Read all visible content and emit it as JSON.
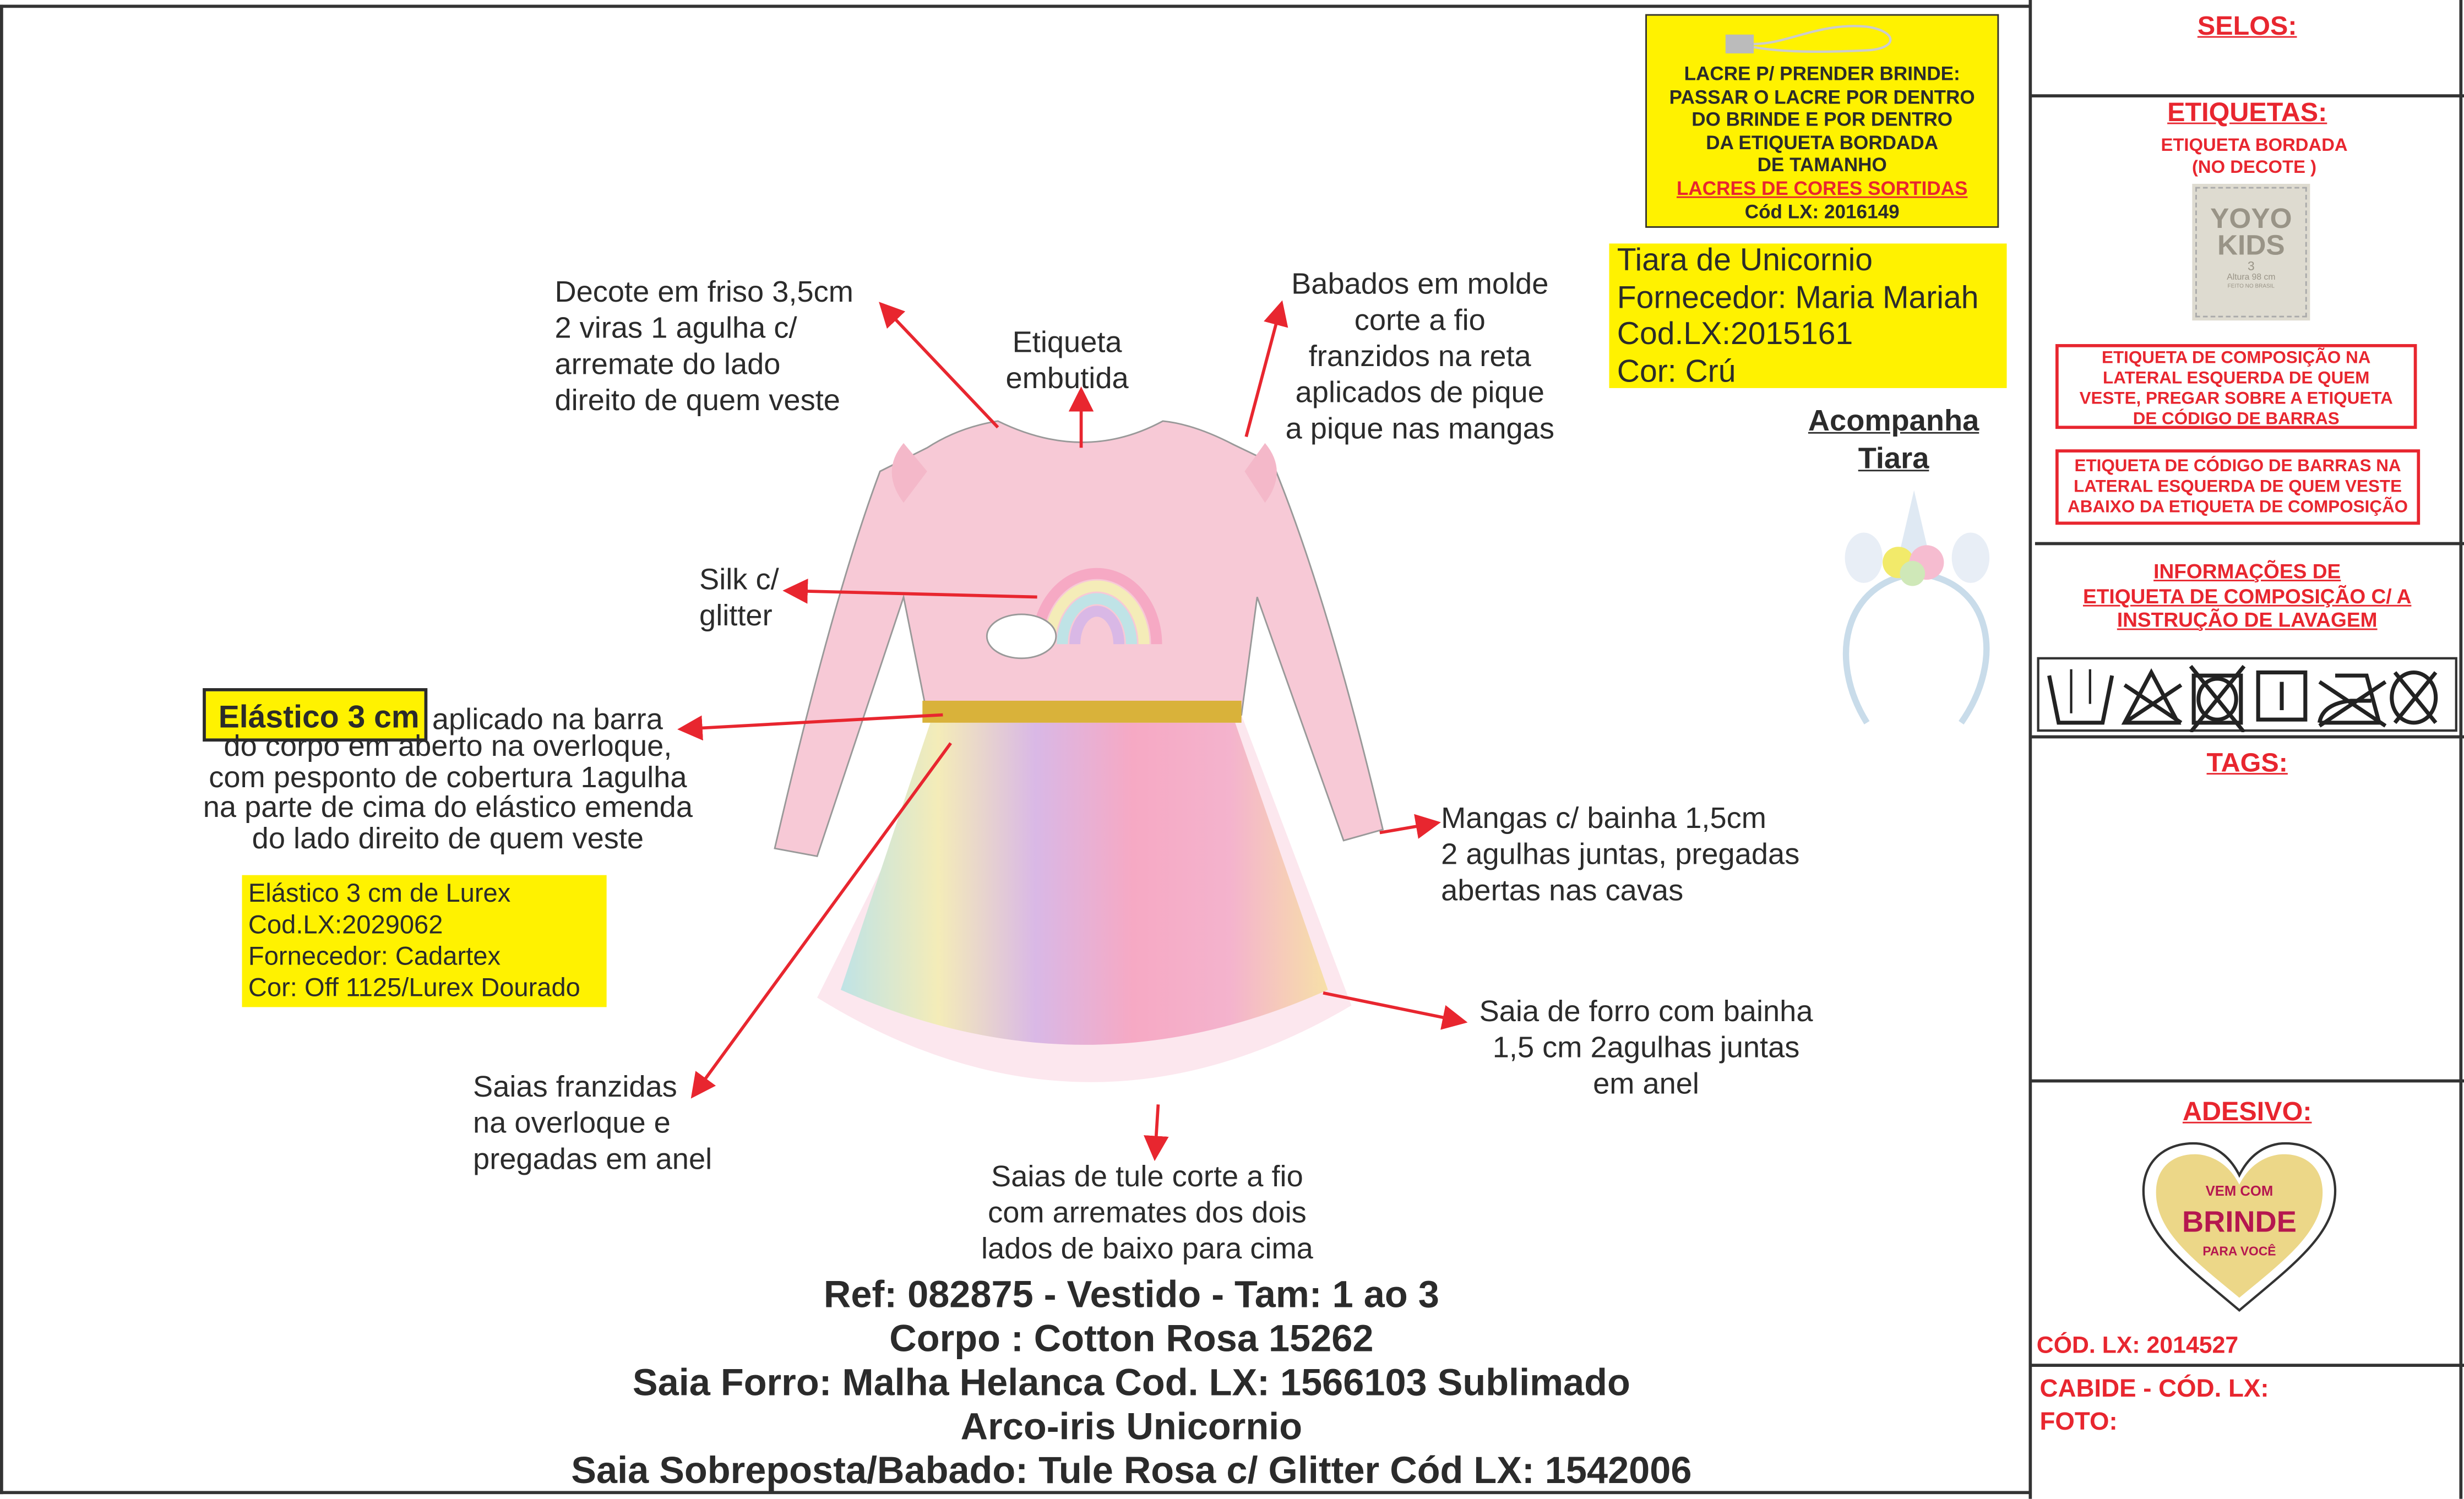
{
  "lacre_box": {
    "lines": [
      "LACRE P/ PRENDER BRINDE:",
      "PASSAR O LACRE POR DENTRO",
      "DO BRINDE E POR DENTRO",
      "DA ETIQUETA BORDADA",
      "DE TAMANHO"
    ],
    "highlight": "LACRES DE CORES SORTIDAS",
    "code": "Cód LX: 2016149"
  },
  "tiara_box": {
    "lines": [
      "Tiara de Unicornio",
      "Fornecedor: Maria Mariah",
      "Cod.LX:2015161",
      "Cor: Crú"
    ]
  },
  "acompanha": {
    "line1": "Acompanha",
    "line2": "Tiara"
  },
  "annotations": {
    "decote": "Decote em friso 3,5cm\n2 viras 1 agulha c/\narremate do lado\ndireito de quem veste",
    "etiqueta": "Etiqueta\nembutida",
    "babados": "Babados em molde\ncorte a fio\nfranzidos na reta\naplicados de pique\na pique nas mangas",
    "silk": "Silk c/\nglitter",
    "elastico_label": "Elástico 3 cm",
    "elastico_text1": "aplicado na barra",
    "elastico_text2": "do corpo em aberto na overloque,\ncom pesponto de cobertura 1agulha\nna parte de cima do elástico emenda\ndo lado direito de quem veste",
    "mangas": "Mangas c/ bainha 1,5cm\n2 agulhas juntas, pregadas\nabertas nas cavas",
    "saia_forro": "Saia de forro com bainha\n1,5 cm 2agulhas juntas\nem anel",
    "saias_franzidas": "Saias franzidas\nna overloque e\npregadas em anel",
    "saias_tule": "Saias de tule corte a fio\ncom arremates dos dois\nlados de baixo para cima"
  },
  "elastico_box": {
    "lines": [
      "Elástico 3 cm de Lurex",
      "Cod.LX:2029062",
      "Fornecedor: Cadartex",
      "Cor: Off 1125/Lurex Dourado"
    ]
  },
  "spec_title": {
    "lines": [
      "Ref: 082875 - Vestido - Tam: 1 ao 3",
      "Corpo : Cotton Rosa 15262",
      "Saia Forro: Malha Helanca Cod. LX: 1566103 Sublimado",
      "Arco-iris Unicornio",
      "Saia Sobreposta/Babado: Tule Rosa c/ Glitter Cód LX: 1542006"
    ]
  },
  "right_panel": {
    "selos": "SELOS:",
    "etiquetas": "ETIQUETAS:",
    "etiqueta_bordada": "ETIQUETA BORDADA\n(NO DECOTE )",
    "label_brand": "YOYO\nKIDS",
    "label_size": "3",
    "label_height": "Altura 98 cm",
    "label_made": "FEITO NO BRASIL",
    "composicao_note": "ETIQUETA DE COMPOSIÇÃO NA\nLATERAL ESQUERDA DE QUEM\nVESTE, PREGAR SOBRE A ETIQUETA\nDE CÓDIGO DE BARRAS",
    "barras_note": "ETIQUETA DE CÓDIGO DE BARRAS NA\nLATERAL ESQUERDA DE QUEM VESTE\nABAIXO DA ETIQUETA DE COMPOSIÇÃO",
    "informacoes": "INFORMAÇÕES DE\nETIQUETA DE COMPOSIÇÃO C/ A\nINSTRUÇÃO DE LAVAGEM",
    "care_icons": [
      "hand-wash-icon",
      "do-not-bleach-icon",
      "do-not-tumble-dry-icon",
      "line-dry-icon",
      "do-not-iron-icon",
      "do-not-dry-clean-icon"
    ],
    "tags": "TAGS:",
    "adesivo": "ADESIVO:",
    "sticker": {
      "top": "VEM COM",
      "main": "BRINDE",
      "bottom": "PARA VOCÊ"
    },
    "adesivo_code": "CÓD. LX: 2014527",
    "cabide": "CABIDE - CÓD. LX:",
    "foto": "FOTO:"
  },
  "colors": {
    "accent_red": "#e8262f",
    "highlight_yellow": "#fff200",
    "dress_pink": "#f7c9d6",
    "waistband_gold": "#d9b23a"
  }
}
